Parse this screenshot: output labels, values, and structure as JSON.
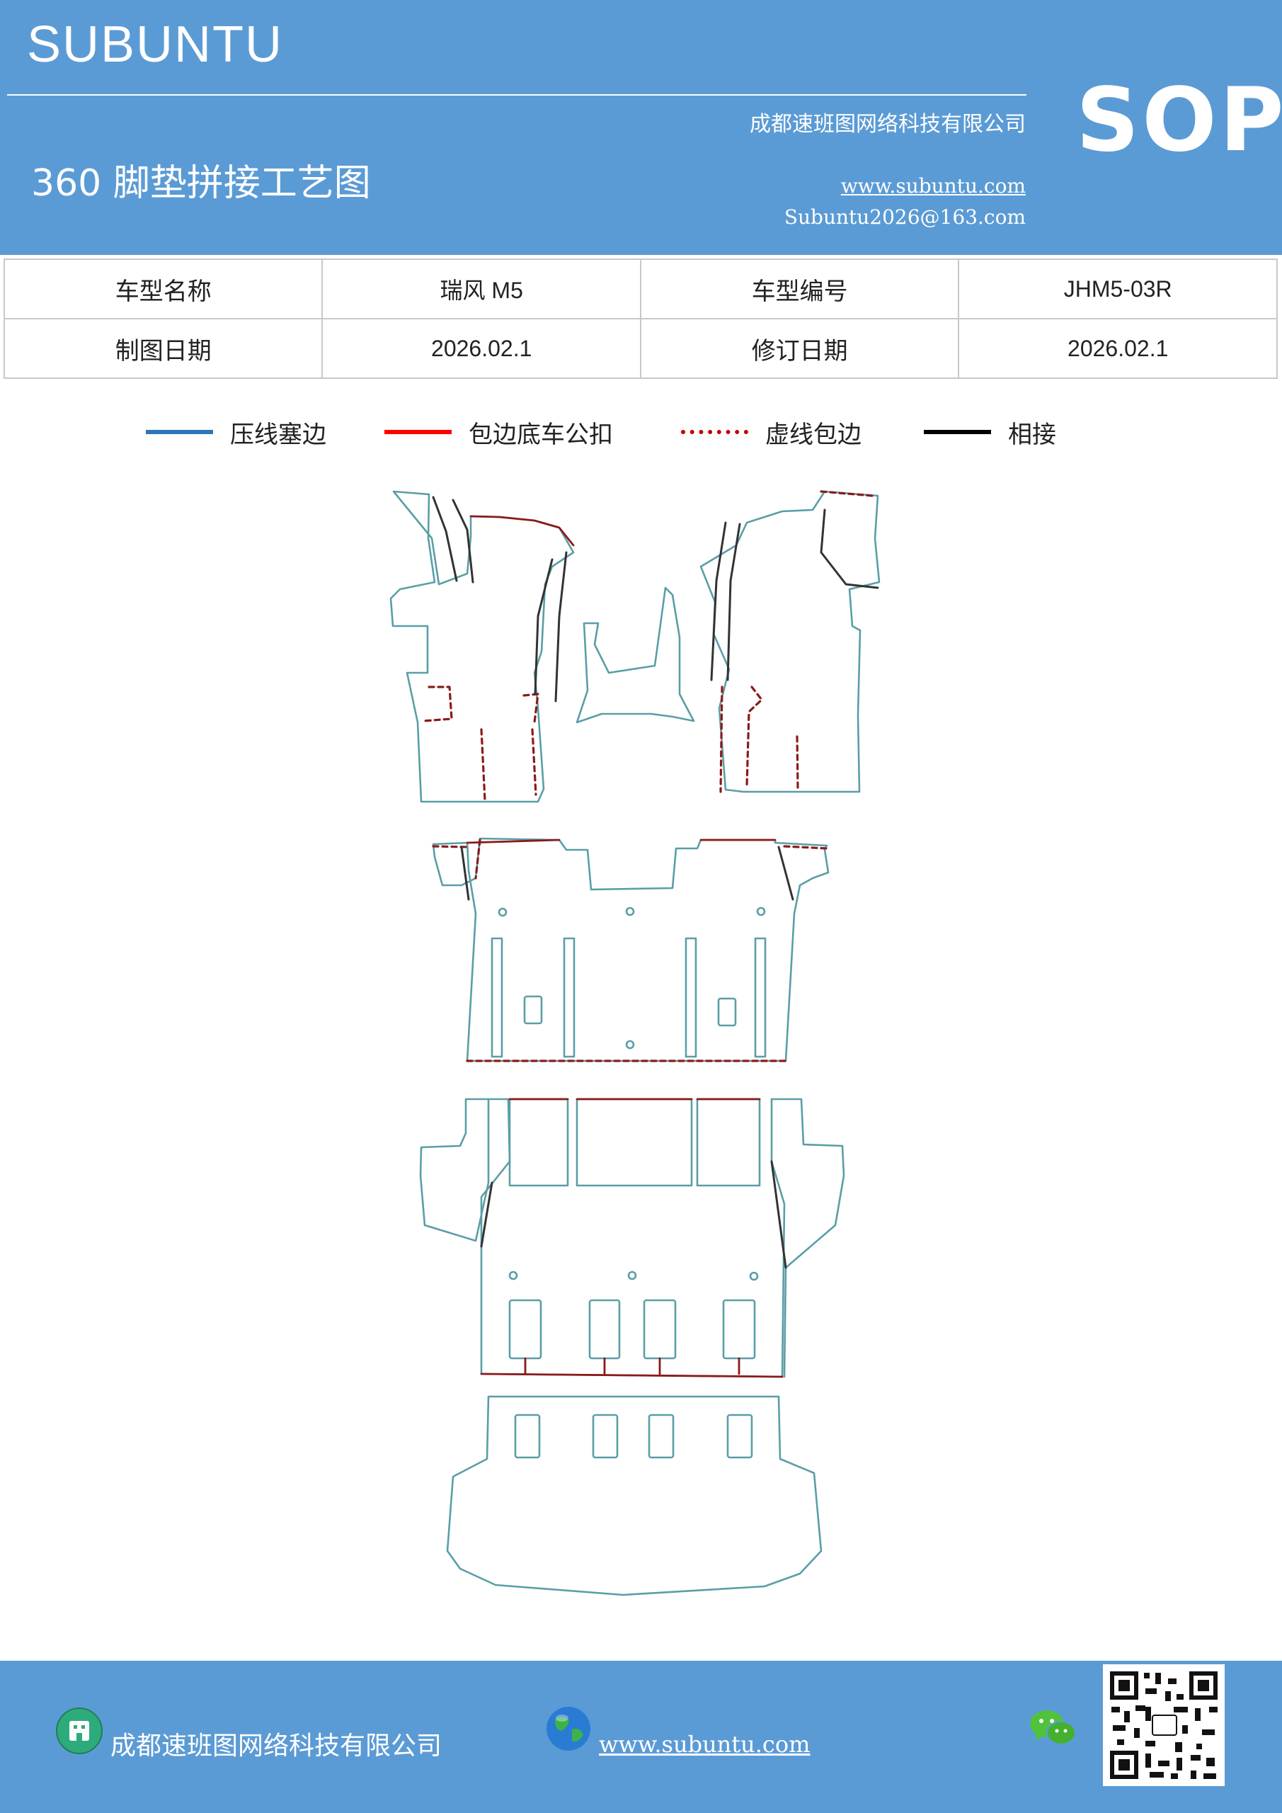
{
  "header": {
    "brand": "SUBUNTU",
    "company": "成都速班图网络科技有限公司",
    "title": "360 脚垫拼接工艺图",
    "website": "www.subuntu.com",
    "email": "Subuntu2026@163.com",
    "badge": "SOP",
    "background": "#5b9bd5"
  },
  "info_table": {
    "rows": [
      [
        "车型名称",
        "瑞风 M5",
        "车型编号",
        "JHM5-03R"
      ],
      [
        "制图日期",
        "2026.02.1",
        "修订日期",
        "2026.02.1"
      ]
    ]
  },
  "legend": [
    {
      "label": "压线塞边",
      "color": "#2e75b6",
      "style": "solid"
    },
    {
      "label": "包边底车公扣",
      "color": "#ff0000",
      "style": "solid"
    },
    {
      "label": "虚线包边",
      "color": "#c00000",
      "style": "dotted"
    },
    {
      "label": "相接",
      "color": "#000000",
      "style": "solid"
    }
  ],
  "drawing": {
    "outline_color": "#5a9ea6",
    "edge_color": "#8b1a1a",
    "join_color": "#333333"
  },
  "footer": {
    "company": "成都速班图网络科技有限公司",
    "website": "www.subuntu.com",
    "icons": [
      "building-icon",
      "globe-icon",
      "wechat-icon",
      "qr-code"
    ]
  }
}
